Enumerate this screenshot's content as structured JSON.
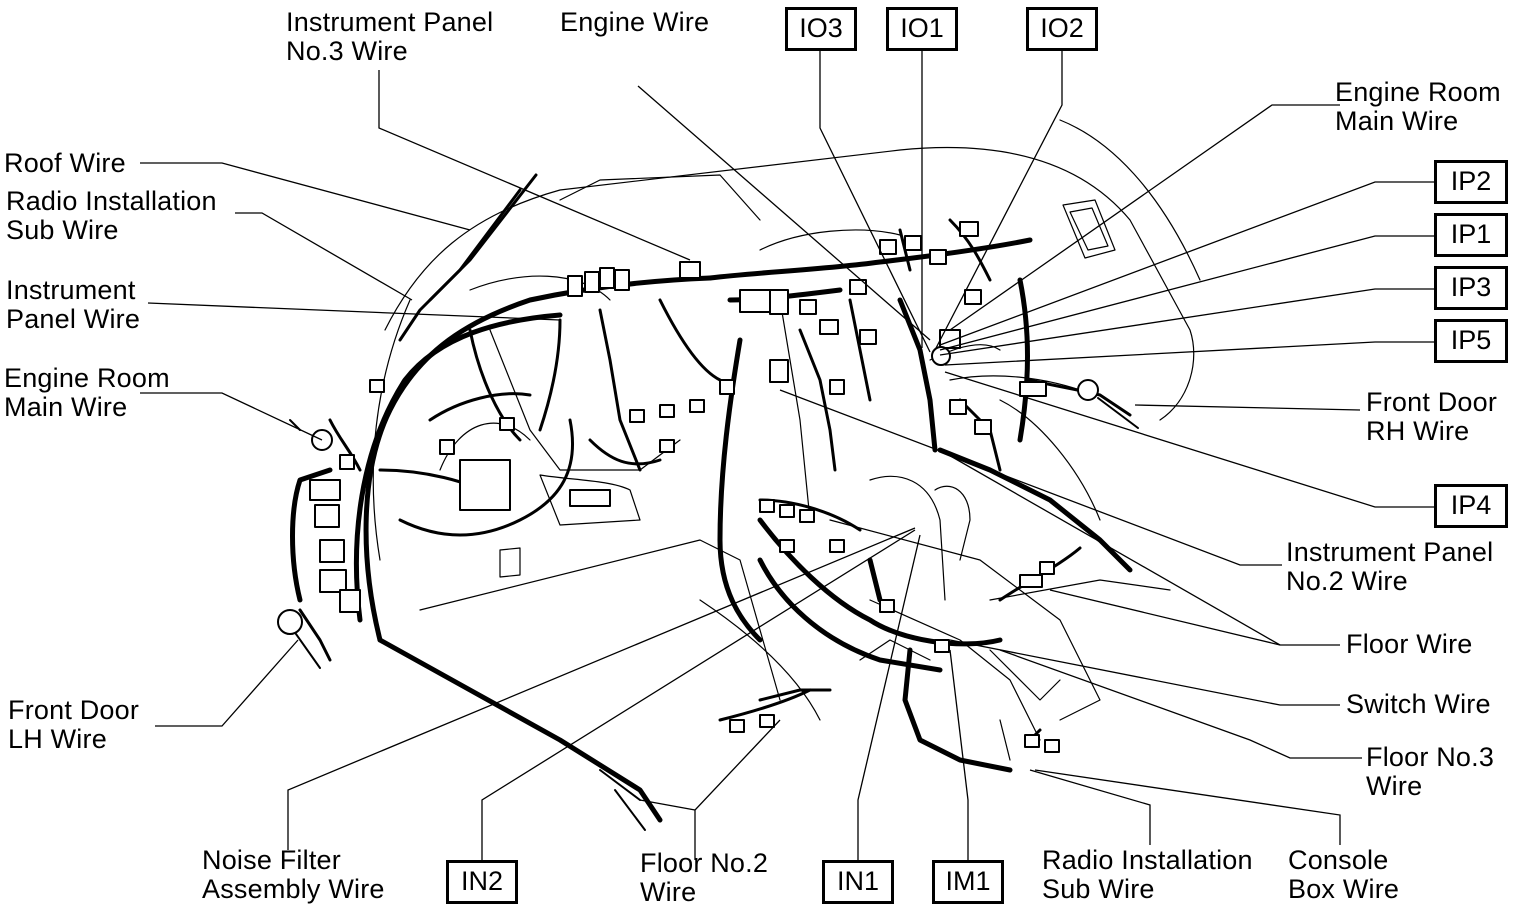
{
  "labels": {
    "ip3_wire": [
      "Instrument Panel",
      "No.3 Wire"
    ],
    "engine_wire": "Engine Wire",
    "engine_room_main_right": [
      "Engine Room",
      "Main Wire"
    ],
    "roof_wire": "Roof Wire",
    "radio_sub_left": [
      "Radio Installation",
      "Sub Wire"
    ],
    "instrument_panel_wire": [
      "Instrument",
      "Panel Wire"
    ],
    "engine_room_main_left": [
      "Engine Room",
      "Main Wire"
    ],
    "front_door_rh": [
      "Front Door",
      "RH Wire"
    ],
    "ip2_wire": [
      "Instrument Panel",
      "No.2 Wire"
    ],
    "floor_wire": "Floor Wire",
    "switch_wire": "Switch Wire",
    "floor_no3": [
      "Floor No.3",
      "Wire"
    ],
    "front_door_lh": [
      "Front Door",
      "LH Wire"
    ],
    "noise_filter": [
      "Noise Filter",
      "Assembly Wire"
    ],
    "floor_no2": [
      "Floor No.2",
      "Wire"
    ],
    "radio_sub_bottom": [
      "Radio Installation",
      "Sub Wire"
    ],
    "console_box": [
      "Console",
      "Box Wire"
    ]
  },
  "connectors": {
    "io3": "IO3",
    "io1": "IO1",
    "io2": "IO2",
    "ip2": "IP2",
    "ip1": "IP1",
    "ip3": "IP3",
    "ip5": "IP5",
    "ip4": "IP4",
    "in2": "IN2",
    "in1": "IN1",
    "im1": "IM1"
  }
}
